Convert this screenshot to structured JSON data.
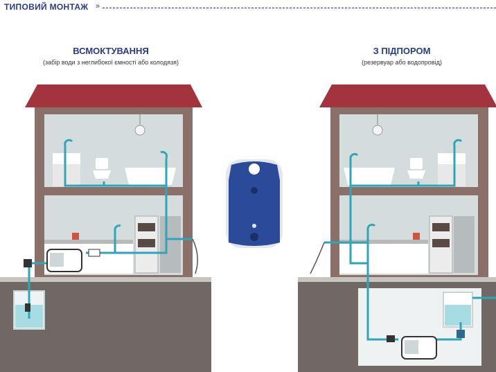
{
  "header": {
    "title": "ТИПОВИЙ МОНТАЖ"
  },
  "left": {
    "title": "ВСМОКТУВАННЯ",
    "subtitle": "(забір води з неглибокої ємності або колодязя)"
  },
  "right": {
    "title": "З ПІДПОРОМ",
    "subtitle": "(резервуар або водопровід)"
  },
  "colors": {
    "pipe": "#2fa6b7",
    "roof": "#a3343d",
    "wall": "#8a7068",
    "room": "#d4dcde",
    "ground": "#6f6865",
    "tank_water": "#a8dce3",
    "pump_body": "#2c4a9a"
  }
}
